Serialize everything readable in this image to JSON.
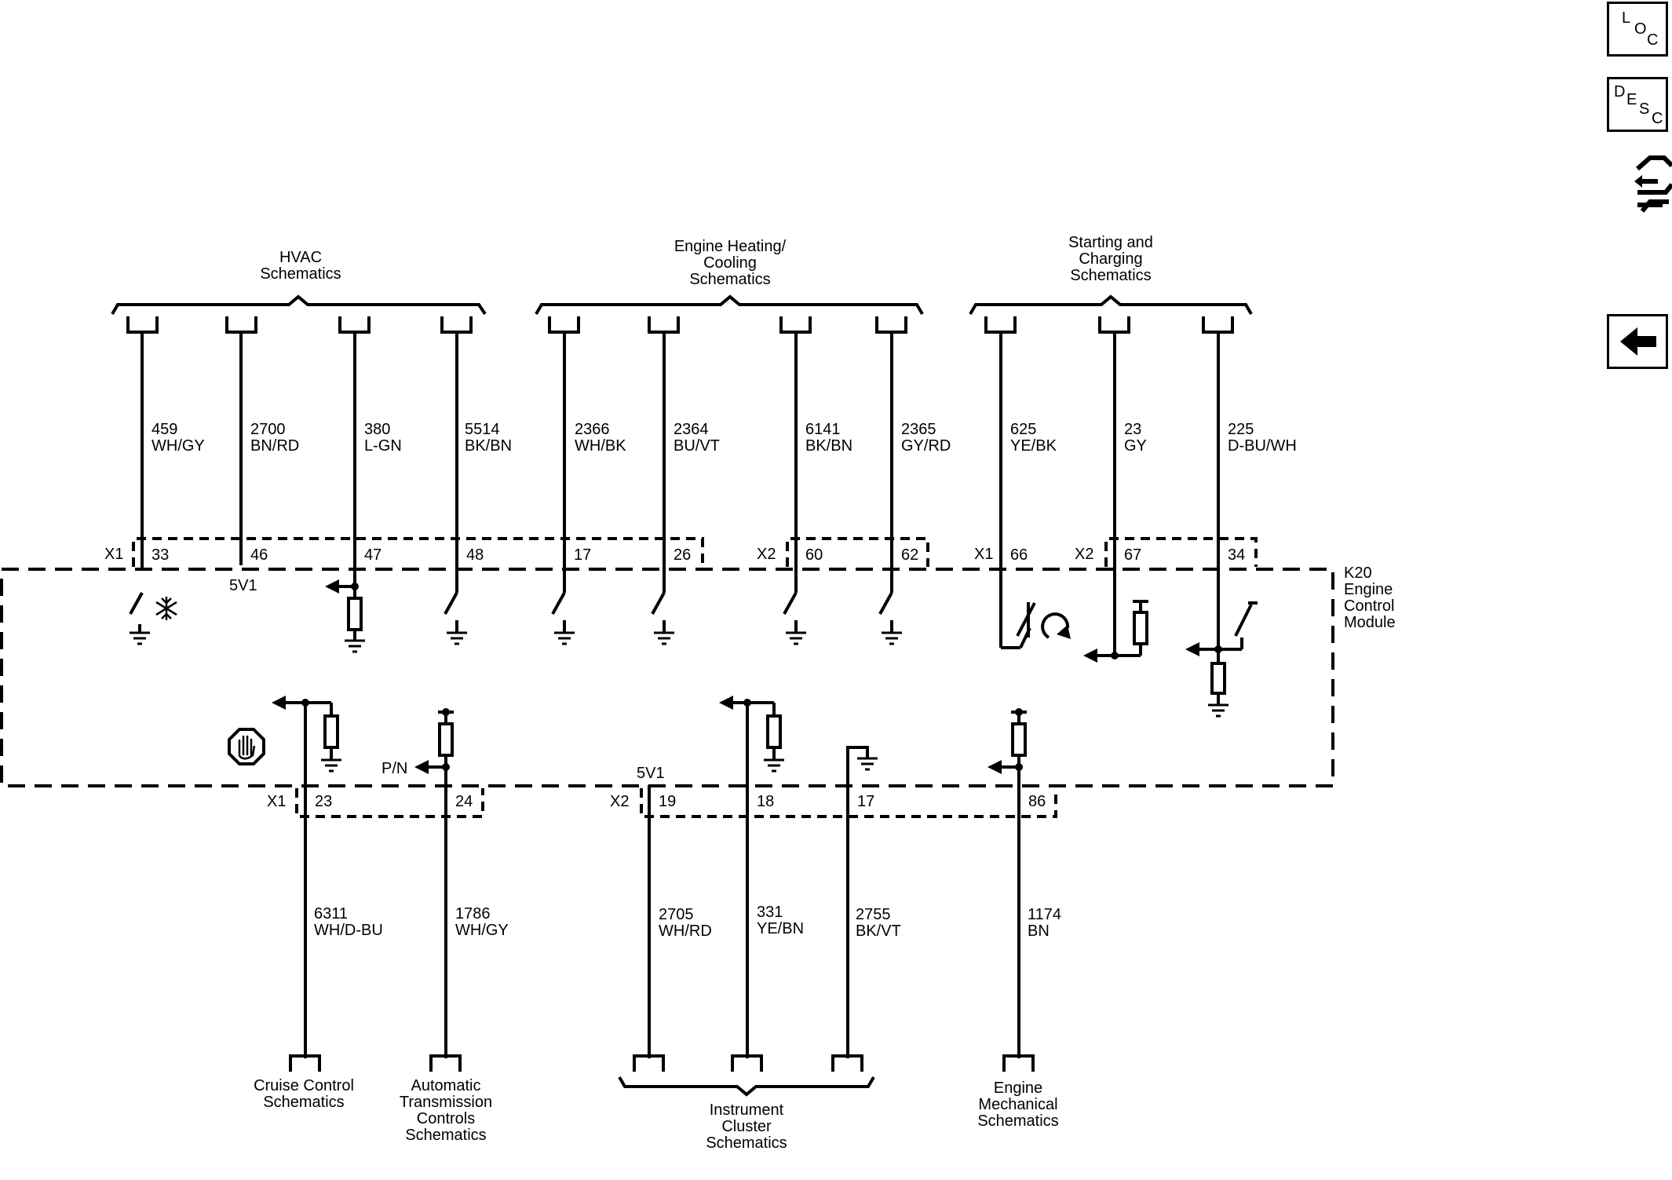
{
  "sidebar": {
    "loc": [
      "L",
      "O",
      "C"
    ],
    "desc": [
      "D",
      "E",
      "S",
      "C"
    ]
  },
  "module": {
    "lines": [
      "K20",
      "Engine",
      "Control",
      "Module"
    ],
    "x1_top": "X1",
    "x2_top_a": "X2",
    "x1_top_b": "X1",
    "x2_top_b": "X2",
    "x1_bottom": "X1",
    "x2_bottom": "X2",
    "v5_top": "5V1",
    "v5_bottom": "5V1",
    "pn": "P/N"
  },
  "groups_top": {
    "hvac": [
      "HVAC",
      "Schematics"
    ],
    "engine_heating": [
      "Engine Heating/",
      "Cooling",
      "Schematics"
    ],
    "starting": [
      "Starting and",
      "Charging",
      "Schematics"
    ]
  },
  "groups_bottom": {
    "cruise": [
      "Cruise Control",
      "Schematics"
    ],
    "auto_trans": [
      "Automatic",
      "Transmission",
      "Controls",
      "Schematics"
    ],
    "cluster": [
      "Instrument",
      "Cluster",
      "Schematics"
    ],
    "engine_mech": [
      "Engine",
      "Mechanical",
      "Schematics"
    ]
  },
  "top_wires": [
    {
      "circuit": "459",
      "color": "WH/GY",
      "pin": "33"
    },
    {
      "circuit": "2700",
      "color": "BN/RD",
      "pin": "46"
    },
    {
      "circuit": "380",
      "color": "L-GN",
      "pin": "47"
    },
    {
      "circuit": "5514",
      "color": "BK/BN",
      "pin": "48"
    },
    {
      "circuit": "2366",
      "color": "WH/BK",
      "pin": "17"
    },
    {
      "circuit": "2364",
      "color": "BU/VT",
      "pin": "26"
    },
    {
      "circuit": "6141",
      "color": "BK/BN",
      "pin": "60"
    },
    {
      "circuit": "2365",
      "color": "GY/RD",
      "pin": "62"
    },
    {
      "circuit": "625",
      "color": "YE/BK",
      "pin": "66"
    },
    {
      "circuit": "23",
      "color": "GY",
      "pin": "67"
    },
    {
      "circuit": "225",
      "color": "D-BU/WH",
      "pin": "34"
    }
  ],
  "bottom_wires": [
    {
      "circuit": "6311",
      "color": "WH/D-BU",
      "pin": "23"
    },
    {
      "circuit": "1786",
      "color": "WH/GY",
      "pin": "24"
    },
    {
      "circuit": "2705",
      "color": "WH/RD",
      "pin": "19"
    },
    {
      "circuit": "331",
      "color": "YE/BN",
      "pin": "18"
    },
    {
      "circuit": "2755",
      "color": "BK/VT",
      "pin": "17"
    },
    {
      "circuit": "1174",
      "color": "BN",
      "pin": "86"
    }
  ]
}
